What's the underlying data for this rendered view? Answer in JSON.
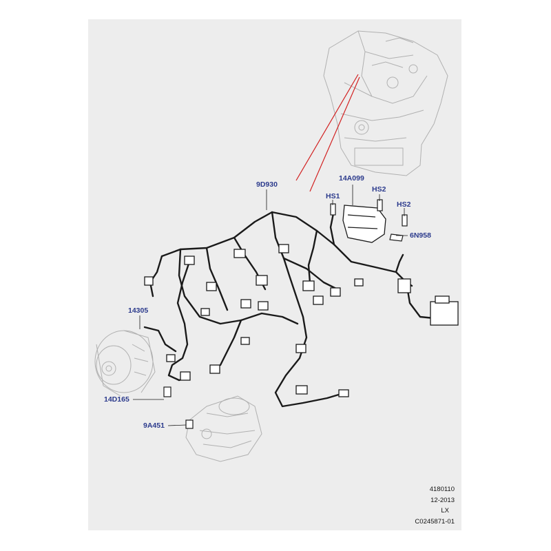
{
  "callouts": {
    "c_9d930": "9D930",
    "c_14a099": "14A099",
    "c_hs1": "HS1",
    "c_hs2a": "HS2",
    "c_hs2b": "HS2",
    "c_6n958": "6N958",
    "c_14305": "14305",
    "c_14d165": "14D165",
    "c_9a451": "9A451"
  },
  "footer": {
    "line1": "4180110",
    "line2": "12-2013",
    "line3": "LX",
    "line4": "C0245871-01"
  },
  "colors": {
    "background": "#ededed",
    "callout_text": "#2b3a8c",
    "leader_red": "#d22020",
    "line_art": "#1a1a1a",
    "ghost_art": "#b0b0b0"
  }
}
